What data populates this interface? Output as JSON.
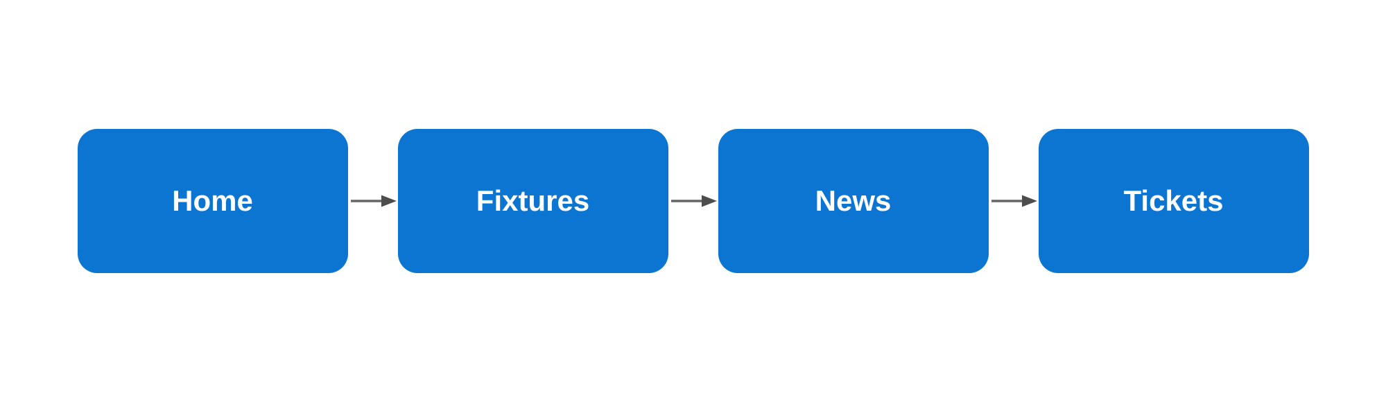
{
  "diagram": {
    "type": "flowchart",
    "direction": "horizontal",
    "nodes": [
      {
        "id": "home",
        "label": "Home"
      },
      {
        "id": "fixtures",
        "label": "Fixtures"
      },
      {
        "id": "news",
        "label": "News"
      },
      {
        "id": "tickets",
        "label": "Tickets"
      }
    ],
    "edges": [
      {
        "from": "Home",
        "to": "Fixtures",
        "style": "arrow-right"
      },
      {
        "from": "Fixtures",
        "to": "News",
        "style": "arrow-right"
      },
      {
        "from": "News",
        "to": "Tickets",
        "style": "arrow-right"
      }
    ],
    "colors": {
      "node_fill": "#0b75d1",
      "node_text": "#ffffff",
      "arrow_line": "#666666",
      "arrow_head": "#4d4d4d",
      "background": "#ffffff"
    }
  }
}
